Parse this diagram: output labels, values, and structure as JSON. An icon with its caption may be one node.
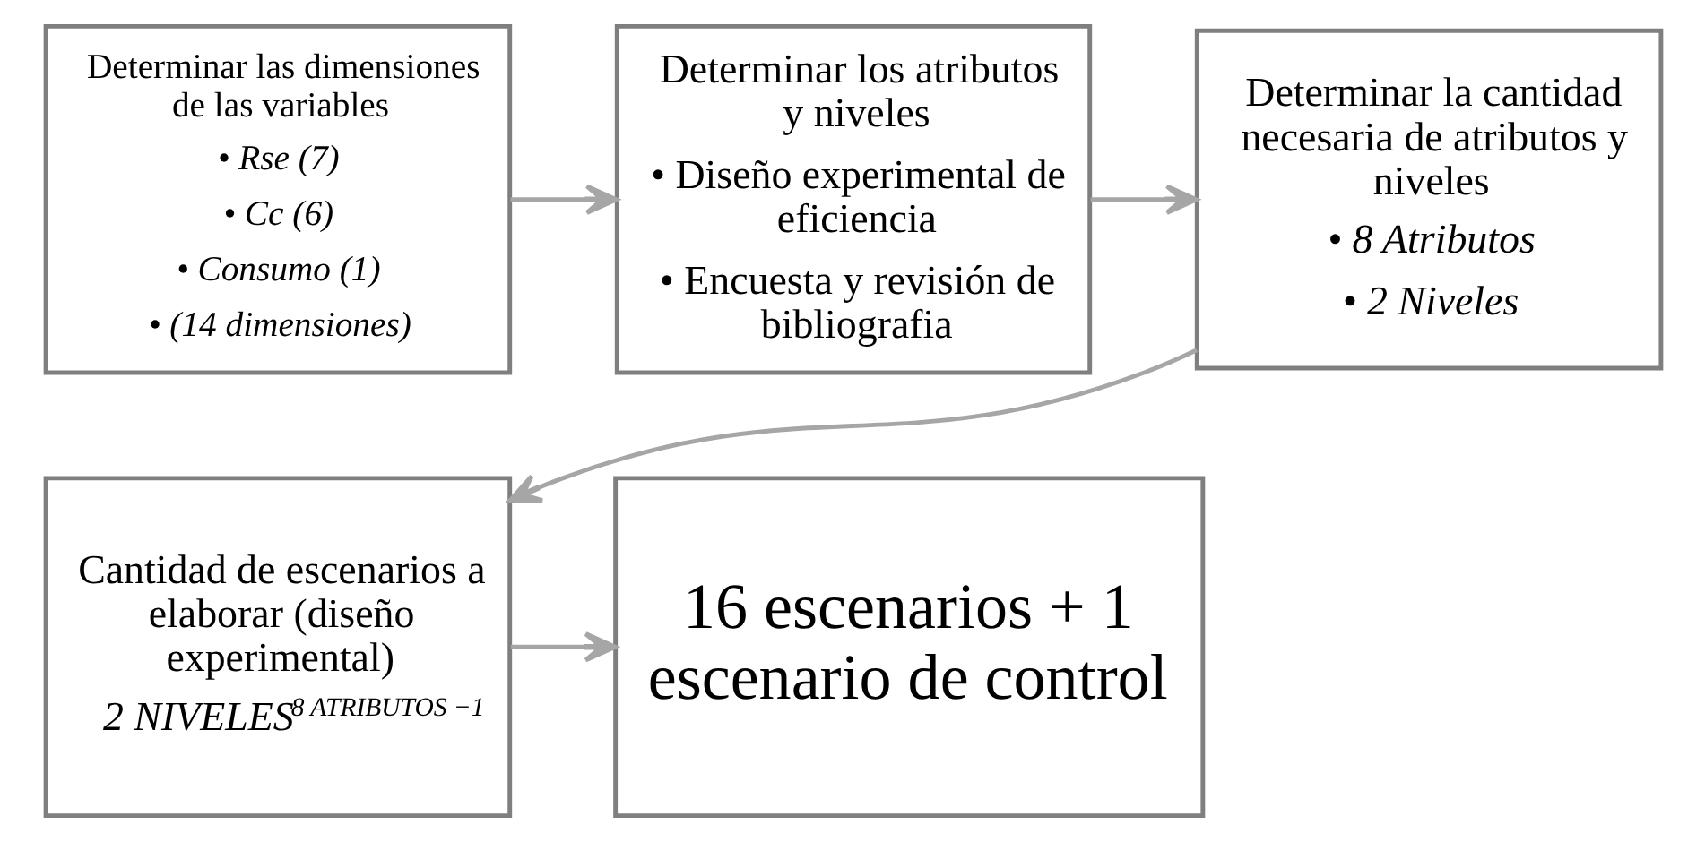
{
  "diagram": {
    "nodes": [
      {
        "text": [
          "Determinar las dimensiones de las variables",
          "• Rse (7)",
          "• Cc (6)",
          "• Consumo (1)",
          "• (14 dimensiones)"
        ]
      },
      {
        "text": [
          "Determinar los atributos y niveles",
          "• Diseño experimental de eficiencia",
          "• Encuesta y revisión de bibliografia"
        ]
      },
      {
        "text": [
          "Determinar la cantidad necesaria de atributos y niveles",
          "• 8 Atributos",
          "• 2 Niveles"
        ]
      },
      {
        "text": [
          "Cantidad de escenarios a elaborar (diseño experimental)",
          "2 NIVELES$^{8 ATRIBUTOS −1}$"
        ]
      },
      {
        "text": [
          "16 escenarios + 1 escenario de control"
        ]
      }
    ],
    "edges": [
      {
        "from": 0,
        "to": 1,
        "arrow": "to"
      },
      {
        "from": 1,
        "to": 2,
        "arrow": "to"
      },
      {
        "from": 2,
        "to": 3,
        "arrow": "to"
      },
      {
        "from": 3,
        "to": 4,
        "arrow": "to"
      }
    ]
  }
}
